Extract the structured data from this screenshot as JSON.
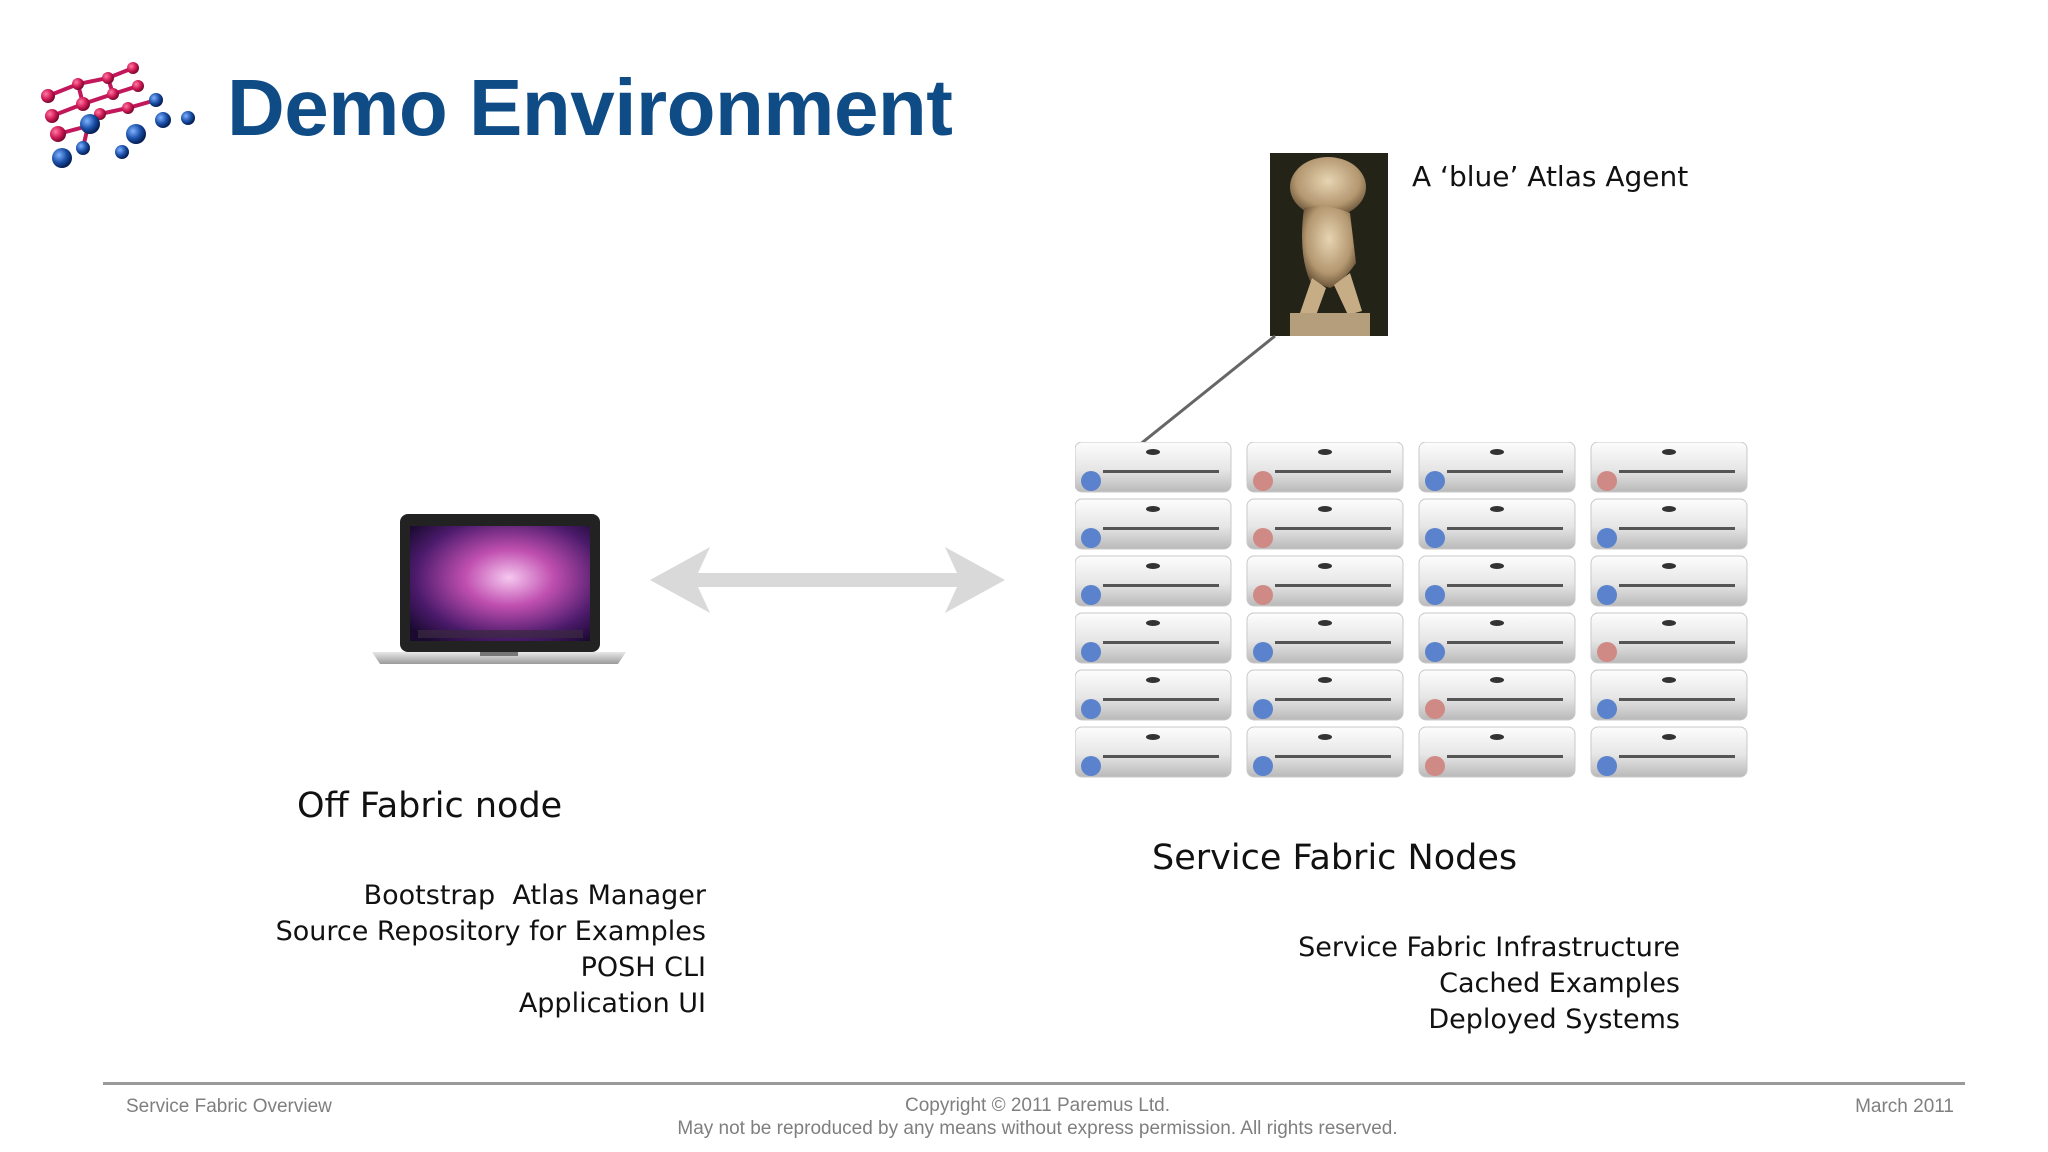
{
  "header": {
    "title": "Demo Environment",
    "logo_icon": "paremus-dots-logo",
    "title_color": "#0f4c86"
  },
  "agent": {
    "caption": "A ‘blue’ Atlas Agent",
    "image": "atlas-statue-photo"
  },
  "off_fabric": {
    "heading": "Off Fabric node",
    "image": "laptop-icon",
    "items": [
      "Bootstrap  Atlas Manager",
      "Source Repository for Examples",
      "POSH CLI",
      "Application UI"
    ]
  },
  "service_fabric": {
    "heading": "Service Fabric Nodes",
    "image": "mac-mini-server-rack",
    "items": [
      "Service Fabric Infrastructure",
      "Cached Examples",
      "Deployed Systems"
    ],
    "node_states": [
      [
        "blue",
        "pink",
        "blue",
        "pink"
      ],
      [
        "blue",
        "pink",
        "blue",
        "blue"
      ],
      [
        "blue",
        "pink",
        "blue",
        "blue"
      ],
      [
        "blue",
        "blue",
        "blue",
        "pink"
      ],
      [
        "blue",
        "blue",
        "pink",
        "blue"
      ],
      [
        "blue",
        "blue",
        "pink",
        "blue"
      ]
    ],
    "state_colors": {
      "blue": "#5b82cc",
      "pink": "#d08a86"
    }
  },
  "footer": {
    "left": "Service Fabric Overview",
    "center_line1": "Copyright © 2011 Paremus Ltd.",
    "center_line2": "May not be reproduced by any means without express permission. All rights reserved.",
    "right": "March 2011"
  }
}
